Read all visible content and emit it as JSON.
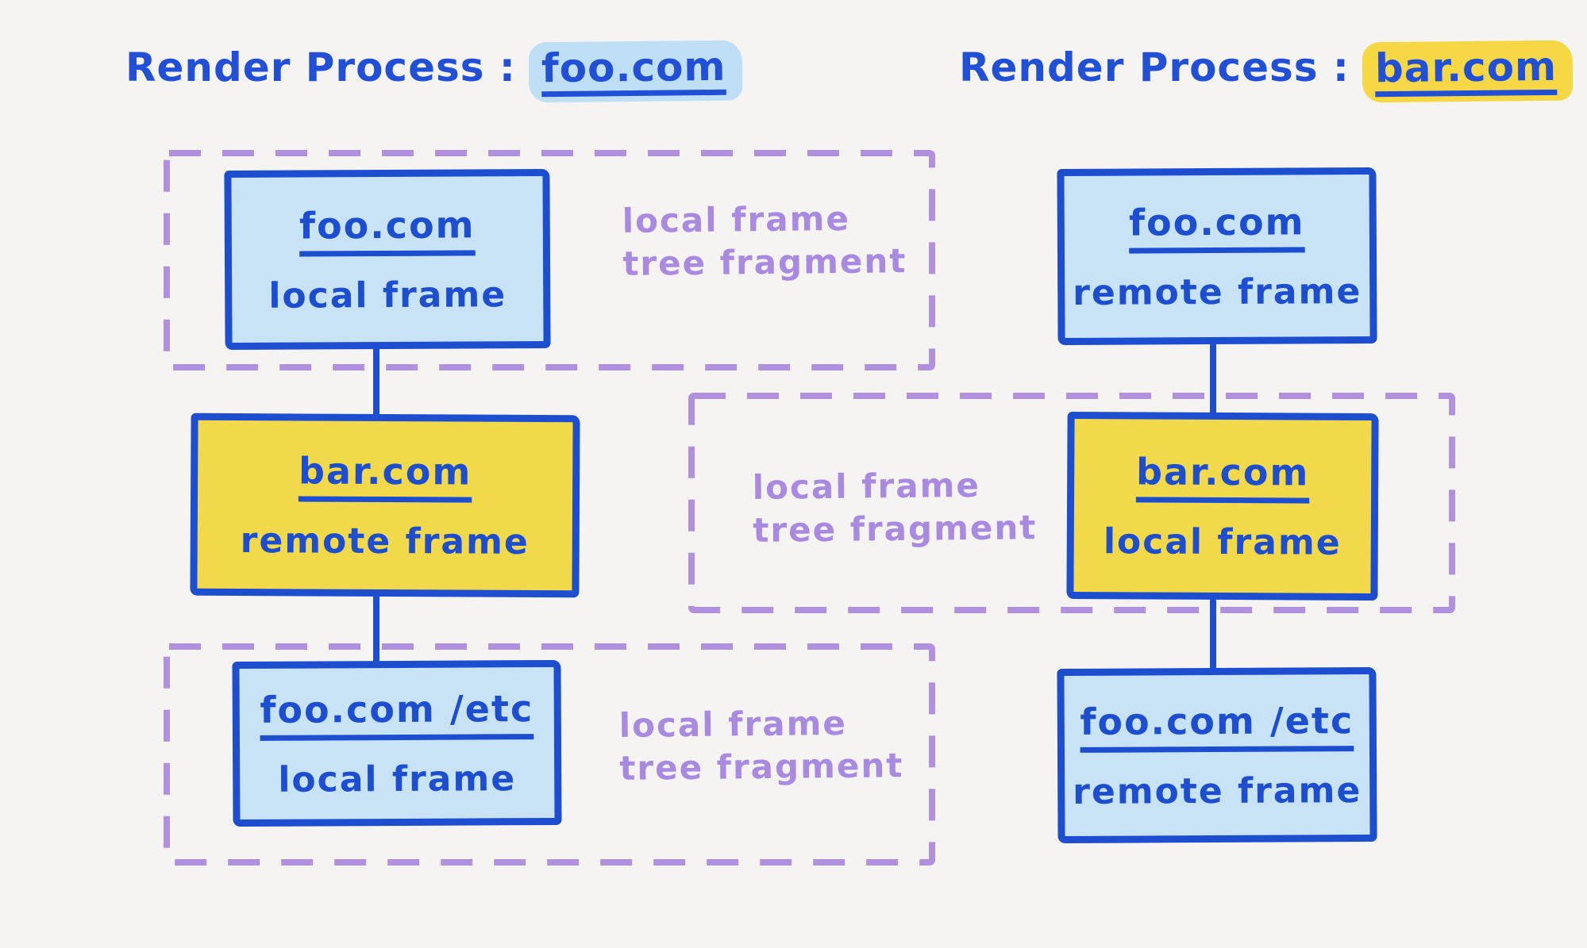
{
  "diagram": {
    "left": {
      "title": {
        "prefix": "Render Process :",
        "domain": "foo.com"
      },
      "nodes": [
        {
          "domain": "foo.com",
          "frame_type": "local frame"
        },
        {
          "domain": "bar.com",
          "frame_type": "remote frame"
        },
        {
          "domain": "foo.com /etc",
          "frame_type": "local frame"
        }
      ],
      "fragments": [
        {
          "line1": "local frame",
          "line2": "tree fragment"
        },
        {
          "line1": "local frame",
          "line2": "tree fragment"
        }
      ]
    },
    "right": {
      "title": {
        "prefix": "Render Process :",
        "domain": "bar.com"
      },
      "nodes": [
        {
          "domain": "foo.com",
          "frame_type": "remote frame"
        },
        {
          "domain": "bar.com",
          "frame_type": "local frame"
        },
        {
          "domain": "foo.com /etc",
          "frame_type": "remote frame"
        }
      ],
      "fragments": [
        {
          "line1": "local frame",
          "line2": "tree fragment"
        }
      ]
    }
  },
  "colors": {
    "background": "#f5f4f2",
    "ink_blue": "#1d4ed0",
    "light_blue_fill": "#c8e3f6",
    "yellow_fill": "#f2d84b",
    "purple_dash": "#b191dd",
    "purple_text": "#a88ae0",
    "highlight_blue": "#bfdff7",
    "highlight_yellow": "#f6d845"
  }
}
